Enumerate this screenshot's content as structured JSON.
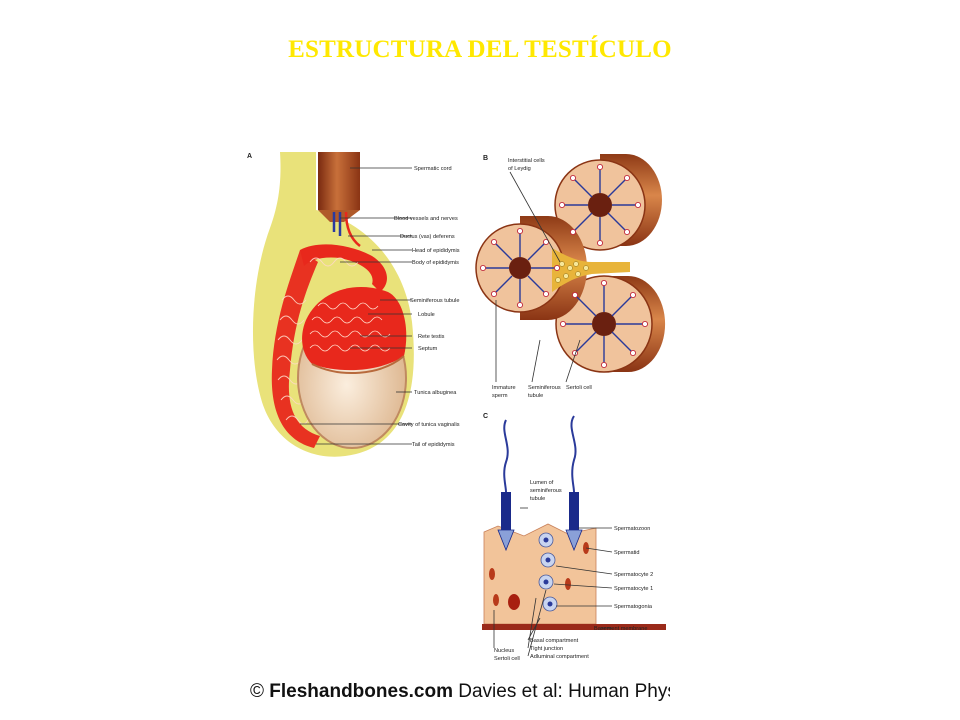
{
  "title": "ESTRUCTURA DEL TESTÍCULO",
  "panels": {
    "a": {
      "letter": "A",
      "labels": [
        "Spermatic cord",
        "Blood vessels and nerves",
        "Ductus (vas) deferens",
        "Head of epididymis",
        "Body of epididymis",
        "Seminiferous tubule",
        "Lobule",
        "Rete testis",
        "Septum",
        "Tunica albuginea",
        "Cavity of tunica vaginalis",
        "Tail of epididymis"
      ]
    },
    "b": {
      "letter": "B",
      "labels": [
        "Interstitial cells",
        "of Leydig",
        "Immature",
        "sperm",
        "Seminiferous",
        "tubule",
        "Sertoli cell"
      ]
    },
    "c": {
      "letter": "C",
      "lumen_labels": [
        "Lumen of",
        "seminiferous",
        "tubule"
      ],
      "right_labels": [
        "Spermatozoon",
        "Spermatid",
        "Spermatocyte 2",
        "Spermatocyte 1",
        "Spermatogonia",
        "Basement membrane"
      ],
      "bottom_labels": [
        "Nucleus",
        "Sertoli cell",
        "Basal compartment",
        "Tight junction",
        "Adluminal compartment"
      ]
    }
  },
  "credit": {
    "copyright": "©",
    "site": "Fleshandbones.com",
    "text": "Davies et al: Human Phys"
  },
  "colors": {
    "title": "#ffe800",
    "tubule_red": "#e8281c",
    "tissue": "#f2c49a",
    "cord": "#b85a2a",
    "yellow_sac": "#e8e27a",
    "nuclei_blue": "#2a3a9a"
  }
}
